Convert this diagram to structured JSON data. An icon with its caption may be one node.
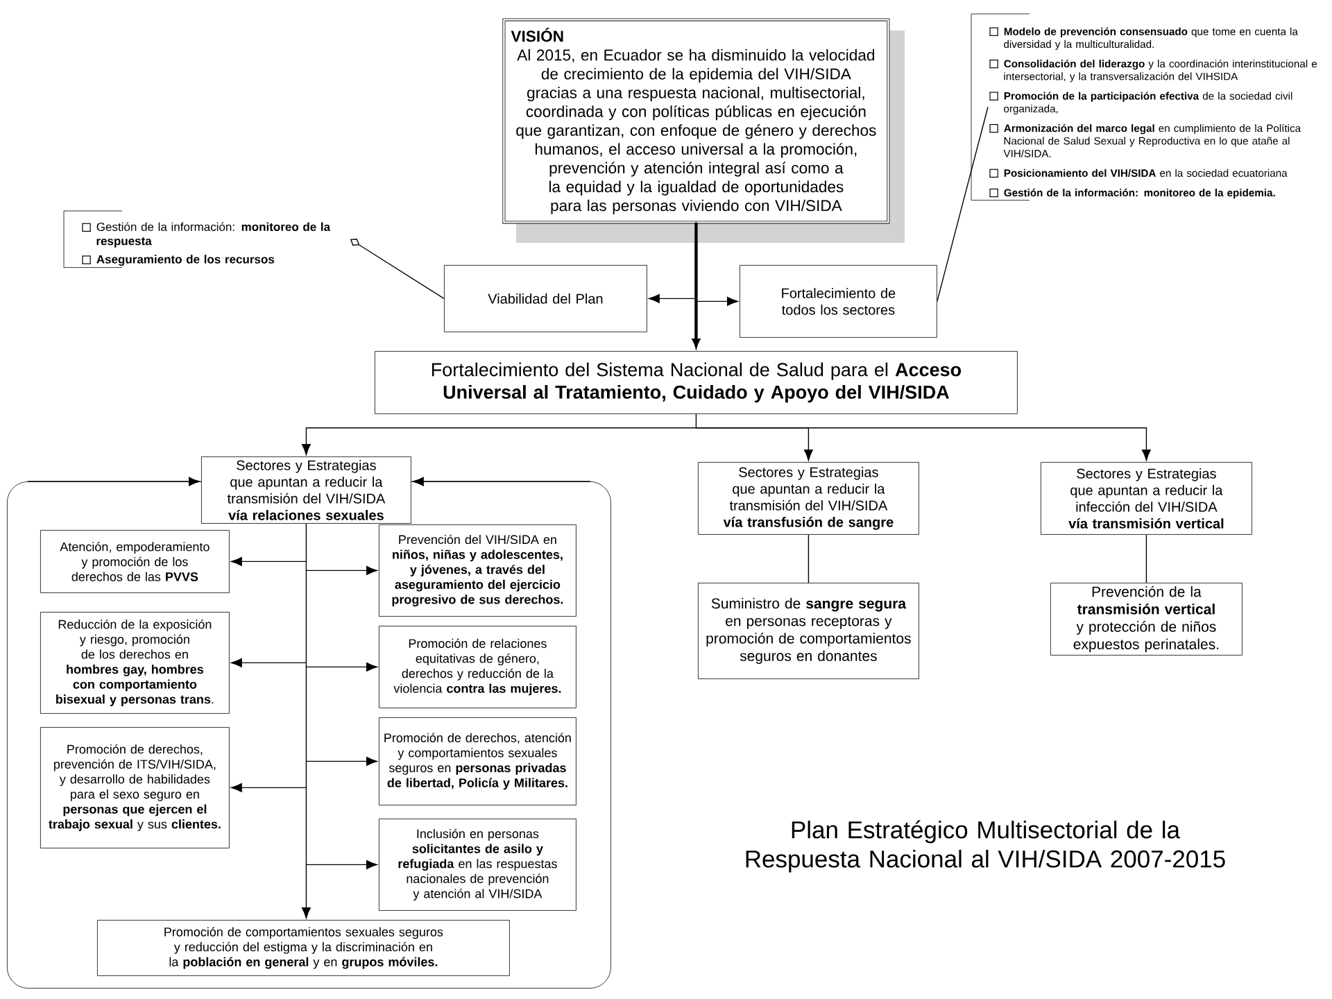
{
  "diagram": {
    "title": "Plan Estratégico Multisectorial de la Respuesta Nacional al VIH/SIDA 2007-2015",
    "nodes": [
      {
        "text": [
          "VISIÓN",
          "Al 2015, en Ecuador se ha disminuido la velocidad de crecimiento de la epidemia del VIH/SIDA gracias a una respuesta nacional, multisectorial, coordinada y con políticas públicas en ejecución que garantizan, con enfoque de género y derechos humanos, el acceso universal a la promoción, prevención y atención integral así como a la equidad y la igualdad de oportunidades para las personas viviendo con VIH/SIDA"
        ]
      },
      {
        "text": [
          "Gestión de la información: **monitoreo de la respuesta**",
          "**Aseguramiento de los recursos**"
        ]
      },
      {
        "text": [
          "Viabilidad del Plan"
        ]
      },
      {
        "text": [
          "Fortalecimiento de todos los sectores"
        ]
      },
      {
        "text": [
          "**Modelo de prevención consensuado** que tome en cuenta la diversidad y la multiculturalidad.",
          "**Consolidación del liderazgo** y la coordinación interinstitucional e intersectorial, y la transversalización del VIHSIDA",
          "**Promoción de la participación efectiva** de la sociedad civil organizada,",
          "**Armonización del marco legal** en cumplimiento de la Política Nacional de Salud Sexual y Reproductiva en lo que atañe al VIH/SIDA.",
          "**Posicionamiento del VIH/SIDA** en la sociedad ecuatoriana",
          "**Gestión de la información: monitoreo de la epidemia.**"
        ]
      },
      {
        "text": [
          "Fortalecimiento del Sistema Nacional de Salud para el **Acceso Universal al Tratamiento, Cuidado y Apoyo del VIH/SIDA**"
        ]
      },
      {
        "text": [
          "Sectores y Estrategias que apuntan a reducir la transmisión del VIH/SIDA **vía relaciones sexuales**"
        ]
      },
      {
        "text": [],
        "shape": "box"
      },
      {
        "text": [
          "Atención, empoderamiento y promoción de los derechos de las **PVVS**"
        ],
        "in": 7
      },
      {
        "text": [
          "Prevención del VIH/SIDA en **niños, niñas y adolescentes, y jóvenes, a través del aseguramiento del ejercicio progresivo de sus derechos.**"
        ],
        "in": 7
      },
      {
        "text": [
          "Reducción de la exposición y riesgo, promoción de los derechos en **hombres gay, hombres con comportamiento bisexual y personas trans**."
        ],
        "in": 7
      },
      {
        "text": [
          "Promoción de relaciones equitativas de género, derechos y reducción de la violencia **contra las mujeres.**"
        ],
        "in": 7
      },
      {
        "text": [
          "Promoción de derechos, prevención de ITS/VIH/SIDA, y desarrollo de habilidades para el sexo seguro en **personas que ejercen el trabajo sexual** y sus **clientes.**"
        ],
        "in": 7
      },
      {
        "text": [
          "Promoción de derechos, atención y comportamientos sexuales seguros en **personas privadas de libertad, Policía y Militares.**"
        ],
        "in": 7
      },
      {
        "text": [
          "Inclusión en personas **solicitantes de asilo y refugiada** en las respuestas nacionales de prevención y atención al VIH/SIDA"
        ],
        "in": 7
      },
      {
        "text": [
          "Promoción de comportamientos sexuales seguros y reducción del estigma y la discriminación en la **población en general** y en **grupos móviles.**"
        ],
        "in": 7
      },
      {
        "text": [
          "Sectores y Estrategias que apuntan a reducir la transmisión del VIH/SIDA **vía transfusión de sangre**"
        ]
      },
      {
        "text": [
          "Sectores y Estrategias que apuntan a reducir la infección del VIH/SIDA **vía transmisión vertical**"
        ]
      },
      {
        "text": [
          "Suministro de **sangre segura** en personas receptoras y promoción de comportamientos seguros en donantes"
        ]
      },
      {
        "text": [
          "Prevención de la **transmisión vertical** y protección de niños expuestos perinatales."
        ]
      }
    ],
    "edges": [
      {
        "from": 0,
        "to": 5,
        "arrow": "to",
        "style": "thick"
      },
      {
        "from": 0,
        "to": 2,
        "arrow": "to"
      },
      {
        "from": 0,
        "to": 3,
        "arrow": "to"
      },
      {
        "from": 2,
        "to": 1,
        "arrow": "other"
      },
      {
        "from": 3,
        "to": 4,
        "arrow": "none"
      },
      {
        "from": 5,
        "to": 6,
        "arrow": "to"
      },
      {
        "from": 5,
        "to": 16,
        "arrow": "to"
      },
      {
        "from": 5,
        "to": 17,
        "arrow": "to"
      },
      {
        "from": 7,
        "to": 6,
        "arrow": "to"
      },
      {
        "from": 7,
        "to": 6,
        "arrow": "to"
      },
      {
        "from": 6,
        "to": 8,
        "arrow": "to"
      },
      {
        "from": 6,
        "to": 9,
        "arrow": "to"
      },
      {
        "from": 6,
        "to": 10,
        "arrow": "to"
      },
      {
        "from": 6,
        "to": 11,
        "arrow": "to"
      },
      {
        "from": 6,
        "to": 12,
        "arrow": "to"
      },
      {
        "from": 6,
        "to": 13,
        "arrow": "to"
      },
      {
        "from": 6,
        "to": 14,
        "arrow": "to"
      },
      {
        "from": 6,
        "to": 15,
        "arrow": "to"
      },
      {
        "from": 16,
        "to": 18,
        "arrow": "none"
      },
      {
        "from": 17,
        "to": 19,
        "arrow": "none"
      }
    ]
  }
}
